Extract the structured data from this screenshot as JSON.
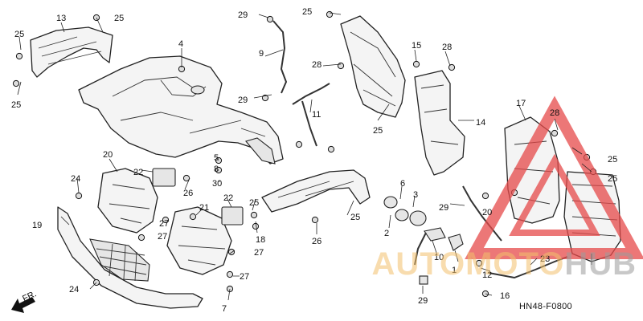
{
  "diagram_code": "HN48-F0800",
  "watermark": {
    "part_a": "AUTOMOTO",
    "part_b": "HUB",
    "color_a": "#f3c16d",
    "color_b": "#9c9c9c",
    "triangle_color": "#e64a4a"
  },
  "fr_indicator": "FR.",
  "callouts": [
    "13",
    "25",
    "25",
    "25",
    "4",
    "29",
    "9",
    "29",
    "11",
    "25",
    "28",
    "15",
    "28",
    "25",
    "14",
    "17",
    "28",
    "25",
    "25",
    "20",
    "22",
    "5",
    "8",
    "30",
    "26",
    "22",
    "24",
    "21",
    "19",
    "27",
    "27",
    "27",
    "27",
    "24",
    "7",
    "6",
    "3",
    "2",
    "1",
    "10",
    "29",
    "12",
    "23",
    "29",
    "20",
    "16",
    "25",
    "26",
    "25",
    "18"
  ]
}
